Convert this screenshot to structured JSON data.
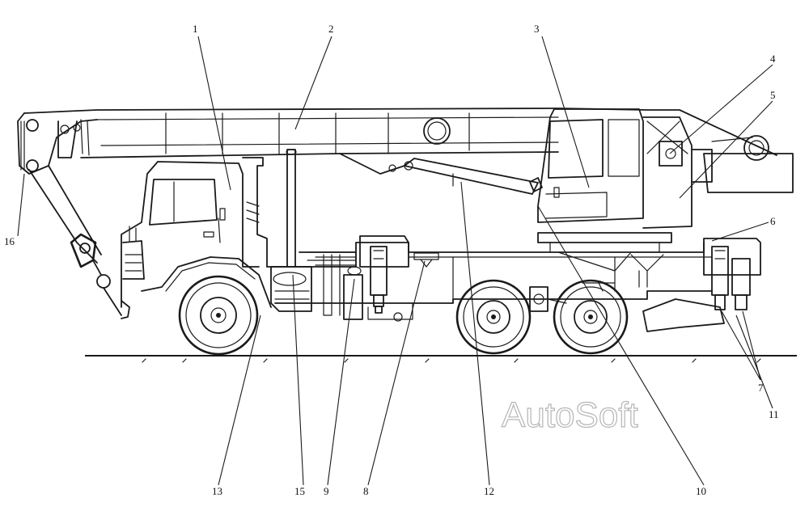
{
  "callouts": [
    {
      "id": "1",
      "label": "1"
    },
    {
      "id": "2",
      "label": "2"
    },
    {
      "id": "3",
      "label": "3"
    },
    {
      "id": "4",
      "label": "4"
    },
    {
      "id": "5",
      "label": "5"
    },
    {
      "id": "6",
      "label": "6"
    },
    {
      "id": "7",
      "label": "7"
    },
    {
      "id": "8",
      "label": "8"
    },
    {
      "id": "9",
      "label": "9"
    },
    {
      "id": "10",
      "label": "10"
    },
    {
      "id": "11",
      "label": "11"
    },
    {
      "id": "12",
      "label": "12"
    },
    {
      "id": "13",
      "label": "13"
    },
    {
      "id": "15",
      "label": "15"
    },
    {
      "id": "16",
      "label": "16"
    }
  ],
  "watermark": "AutoSoft"
}
